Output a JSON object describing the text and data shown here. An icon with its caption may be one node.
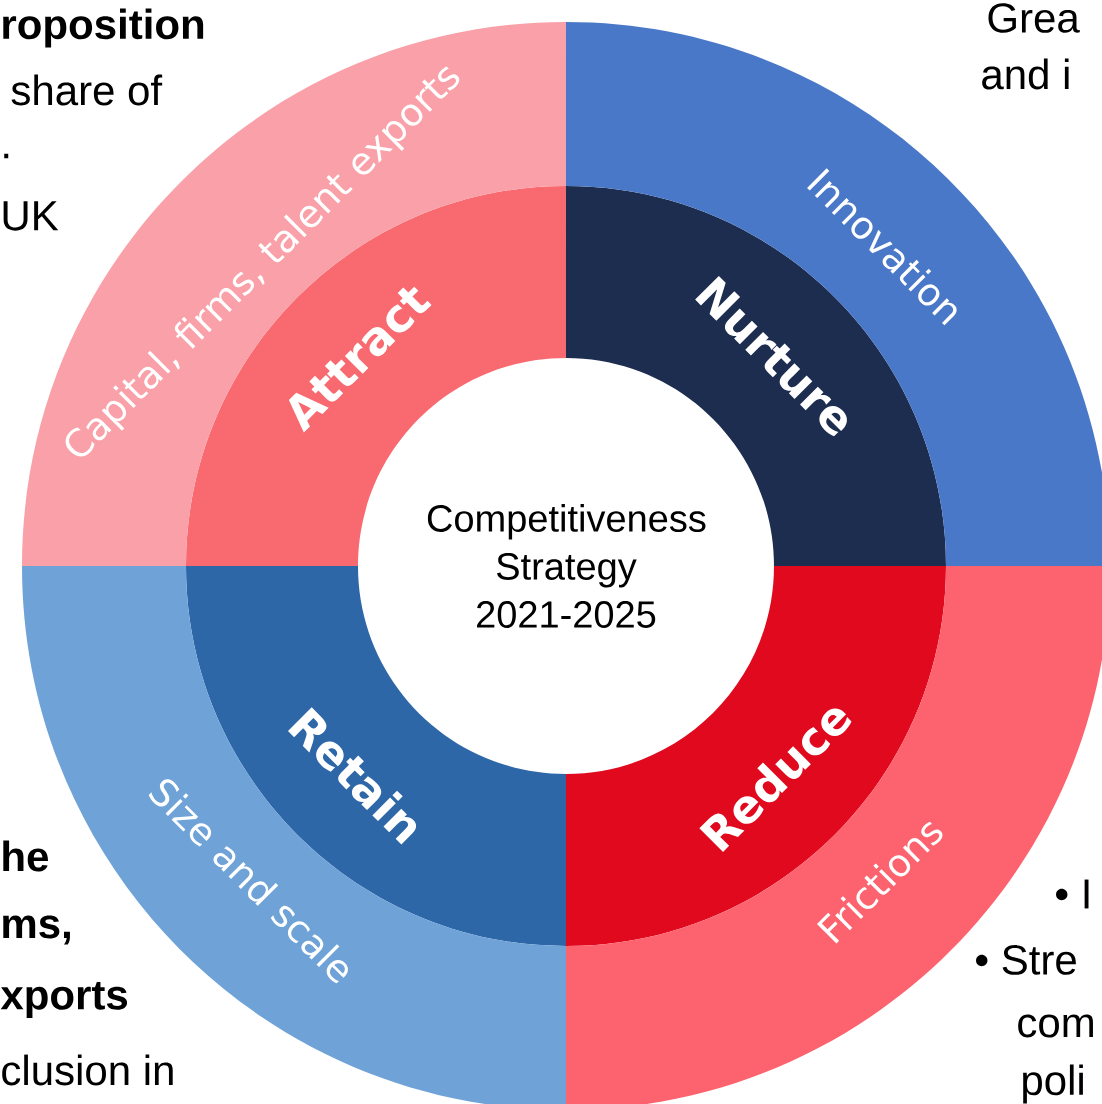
{
  "diagram": {
    "nodes": [
      {
        "text": [
          "Competitiveness Strategy 2021-2025"
        ]
      },
      {
        "text": [
          "Attract"
        ]
      },
      {
        "text": [
          "Nurture"
        ]
      },
      {
        "text": [
          "Retain"
        ]
      },
      {
        "text": [
          "Reduce"
        ]
      },
      {
        "text": [
          "Capital, firms, talent exports"
        ]
      },
      {
        "text": [
          "Innovation"
        ]
      },
      {
        "text": [
          "Size and scale"
        ]
      },
      {
        "text": [
          "Frictions"
        ]
      }
    ],
    "labels": [
      "roposition",
      "share of",
      ".",
      "UK",
      "Grea",
      "and i",
      "he",
      "ms,",
      "xports",
      "clusion in",
      "• I",
      "• Stre",
      "com",
      "poli"
    ]
  }
}
